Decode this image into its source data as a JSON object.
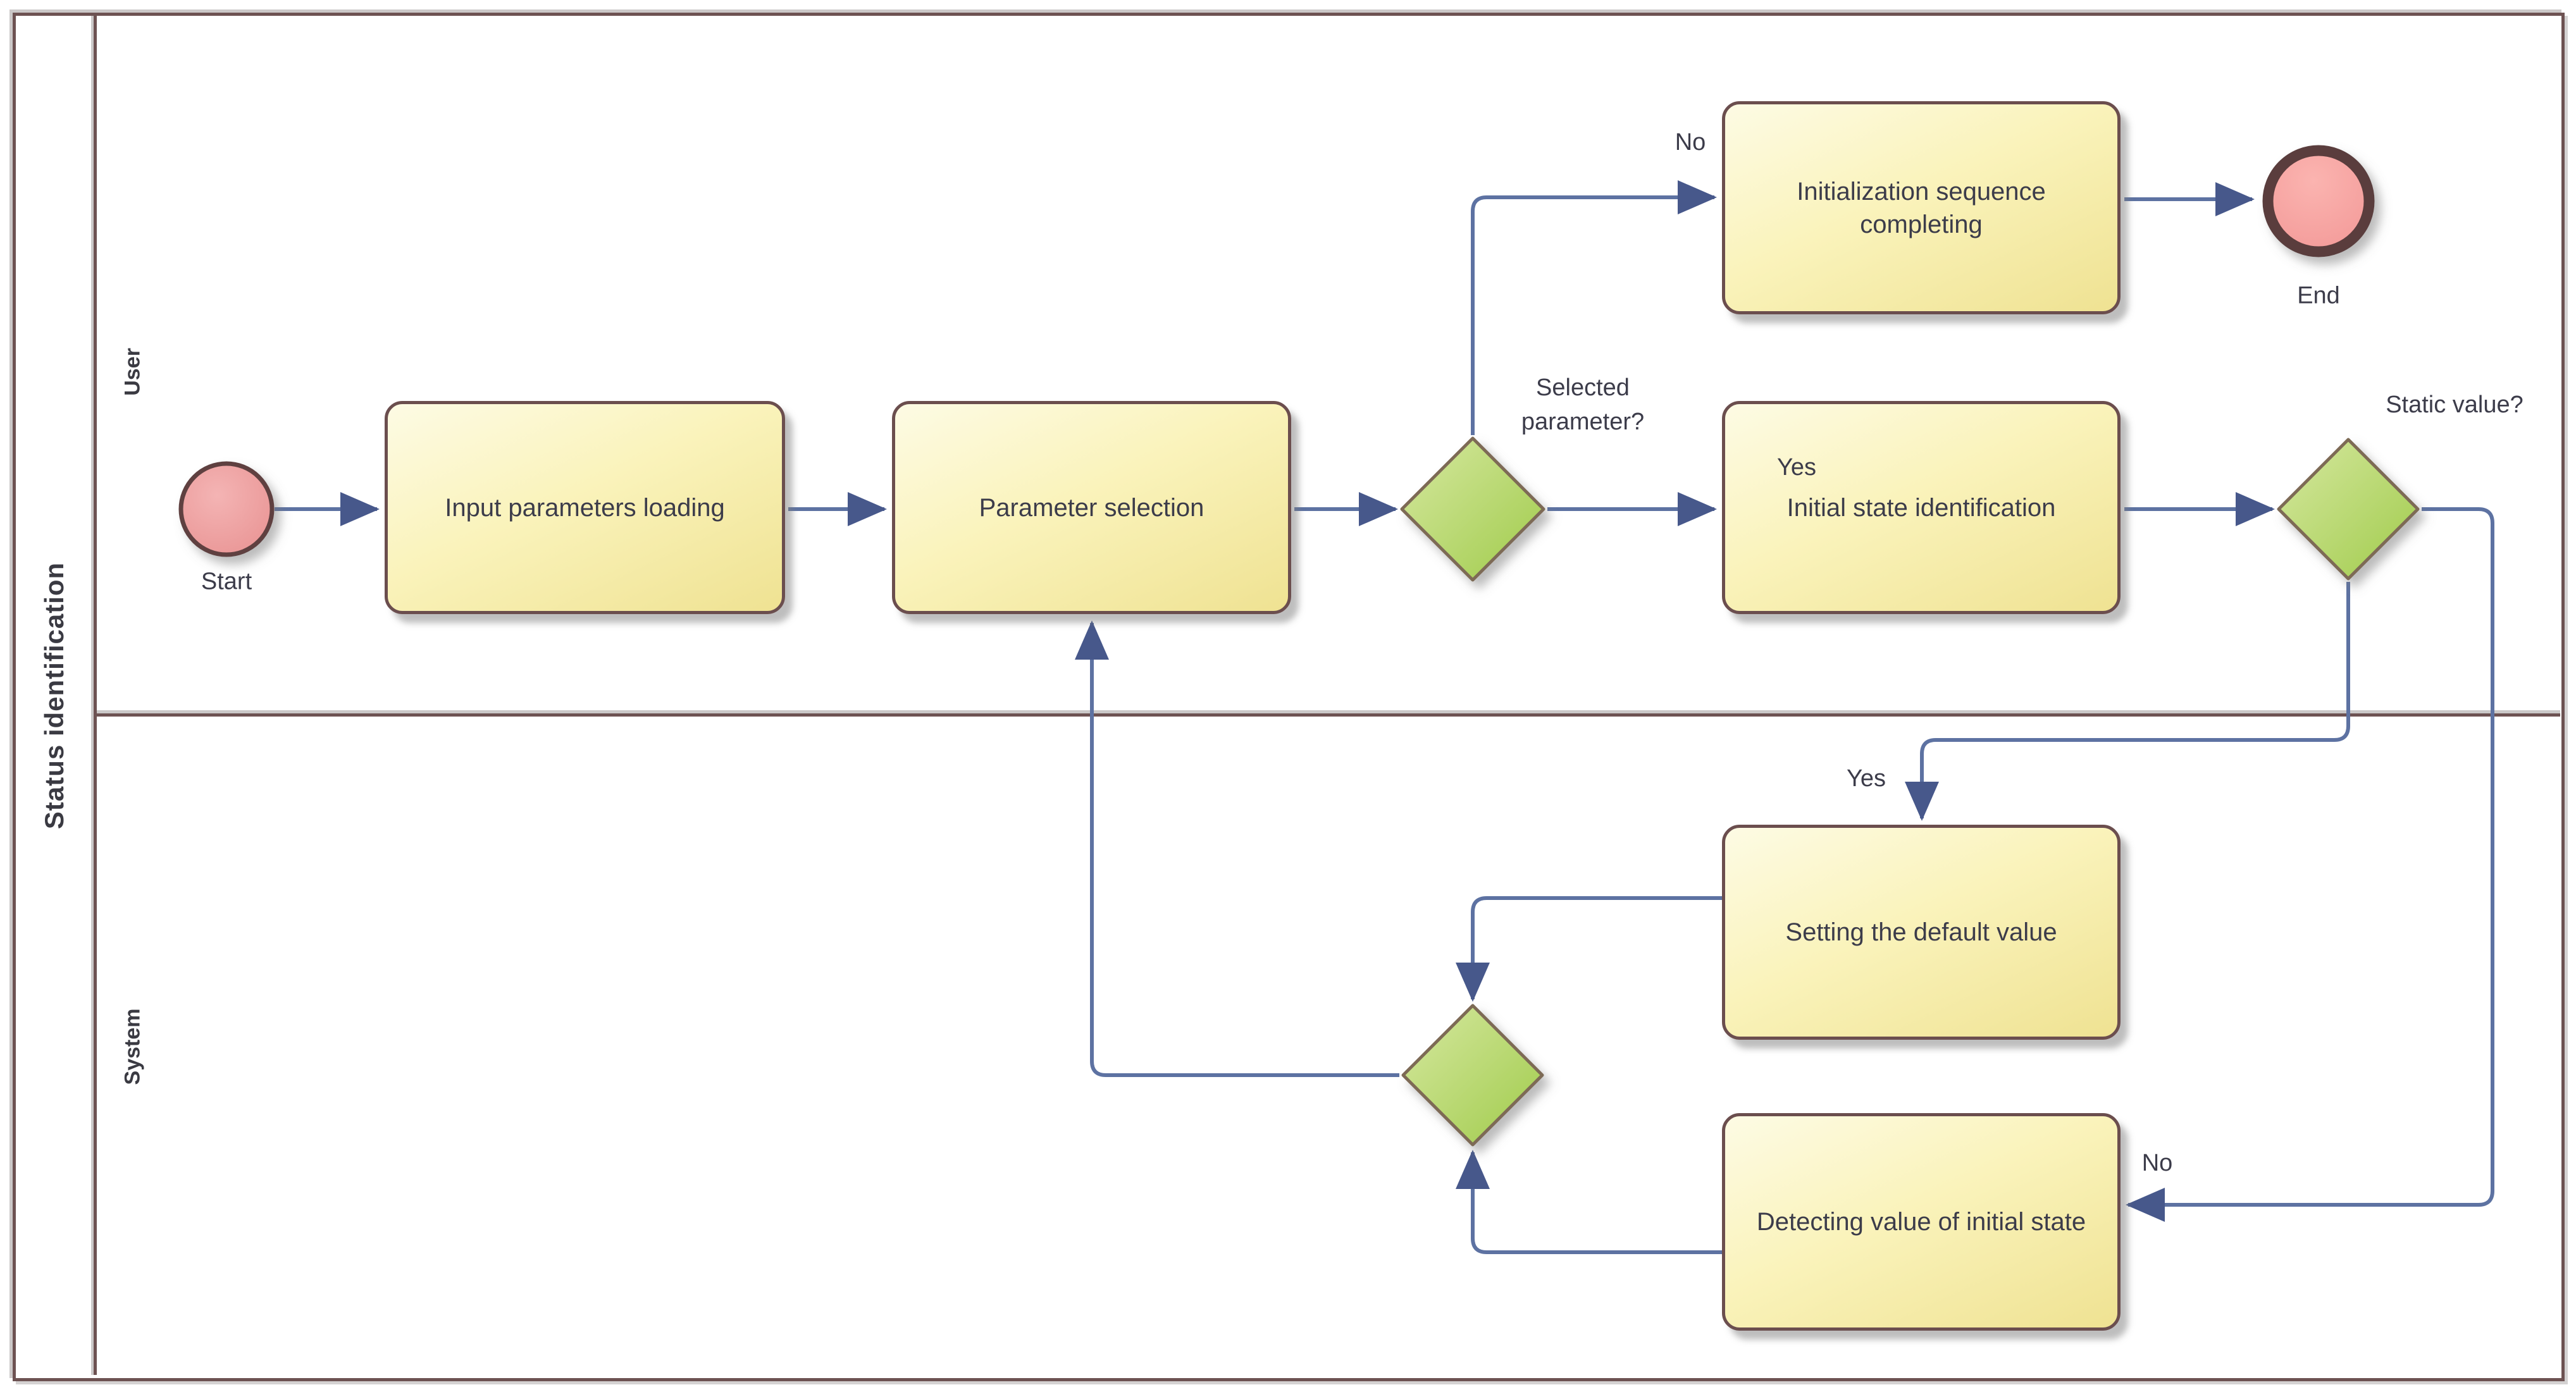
{
  "pool": {
    "title": "Status identification"
  },
  "lanes": {
    "user": "User",
    "system": "System"
  },
  "events": {
    "start": "Start",
    "end": "End"
  },
  "tasks": {
    "input": "Input parameters loading",
    "selection": "Parameter selection",
    "init_complete": "Initialization sequence completing",
    "init_state": "Initial state identification",
    "set_default": "Setting the default value",
    "detect": "Detecting value of initial state"
  },
  "gateways": {
    "selected": "Selected parameter?",
    "static": "Static value?"
  },
  "edge_labels": {
    "no_selected": "No",
    "yes_selected": "Yes",
    "yes_static": "Yes",
    "no_static": "No"
  },
  "colors": {
    "flow_line": "#5d72a2",
    "arrow_head": "#47588b",
    "task_fill": "#f7efab",
    "task_border": "#6b4e4e",
    "gateway_fill": "#a6ce52",
    "gateway_border": "#7d6a55",
    "start_fill": "#ec9a9a",
    "end_fill": "#f7a2a0",
    "event_border": "#5e4141",
    "pool_border": "#6d5252",
    "text": "#3c3c4a"
  }
}
